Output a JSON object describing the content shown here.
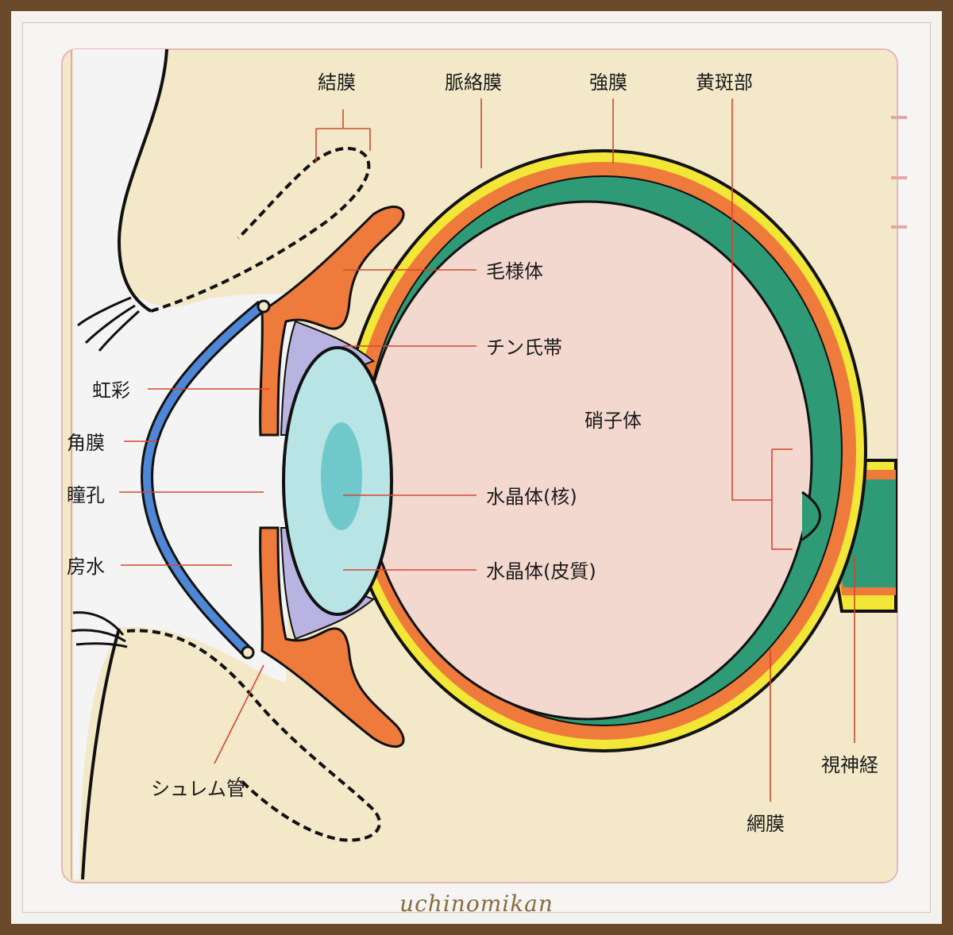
{
  "diagram": {
    "labels": {
      "conjunctiva": "結膜",
      "choroid": "脈絡膜",
      "sclera": "強膜",
      "macula": "黄斑部",
      "ciliary_body": "毛様体",
      "zonule": "チン氏帯",
      "vitreous": "硝子体",
      "lens_nucleus": "水晶体(核)",
      "lens_cortex": "水晶体(皮質)",
      "iris": "虹彩",
      "cornea": "角膜",
      "pupil": "瞳孔",
      "aqueous": "房水",
      "schlemm": "シュレム管",
      "optic_nerve": "視神経",
      "retina": "網膜"
    }
  },
  "watermark": "uchinomikan",
  "colors": {
    "background": "#f3e8c8",
    "sclera": "#f2e636",
    "choroid": "#ee7a3c",
    "retina": "#2f9a76",
    "vitreous": "#f3d8cf",
    "lens": "#b9e4e6",
    "lens_nucleus": "#6fc9cb",
    "cornea": "#4f86d6",
    "zonule": "#b8b3e0",
    "leader_line": "#d6462f"
  }
}
